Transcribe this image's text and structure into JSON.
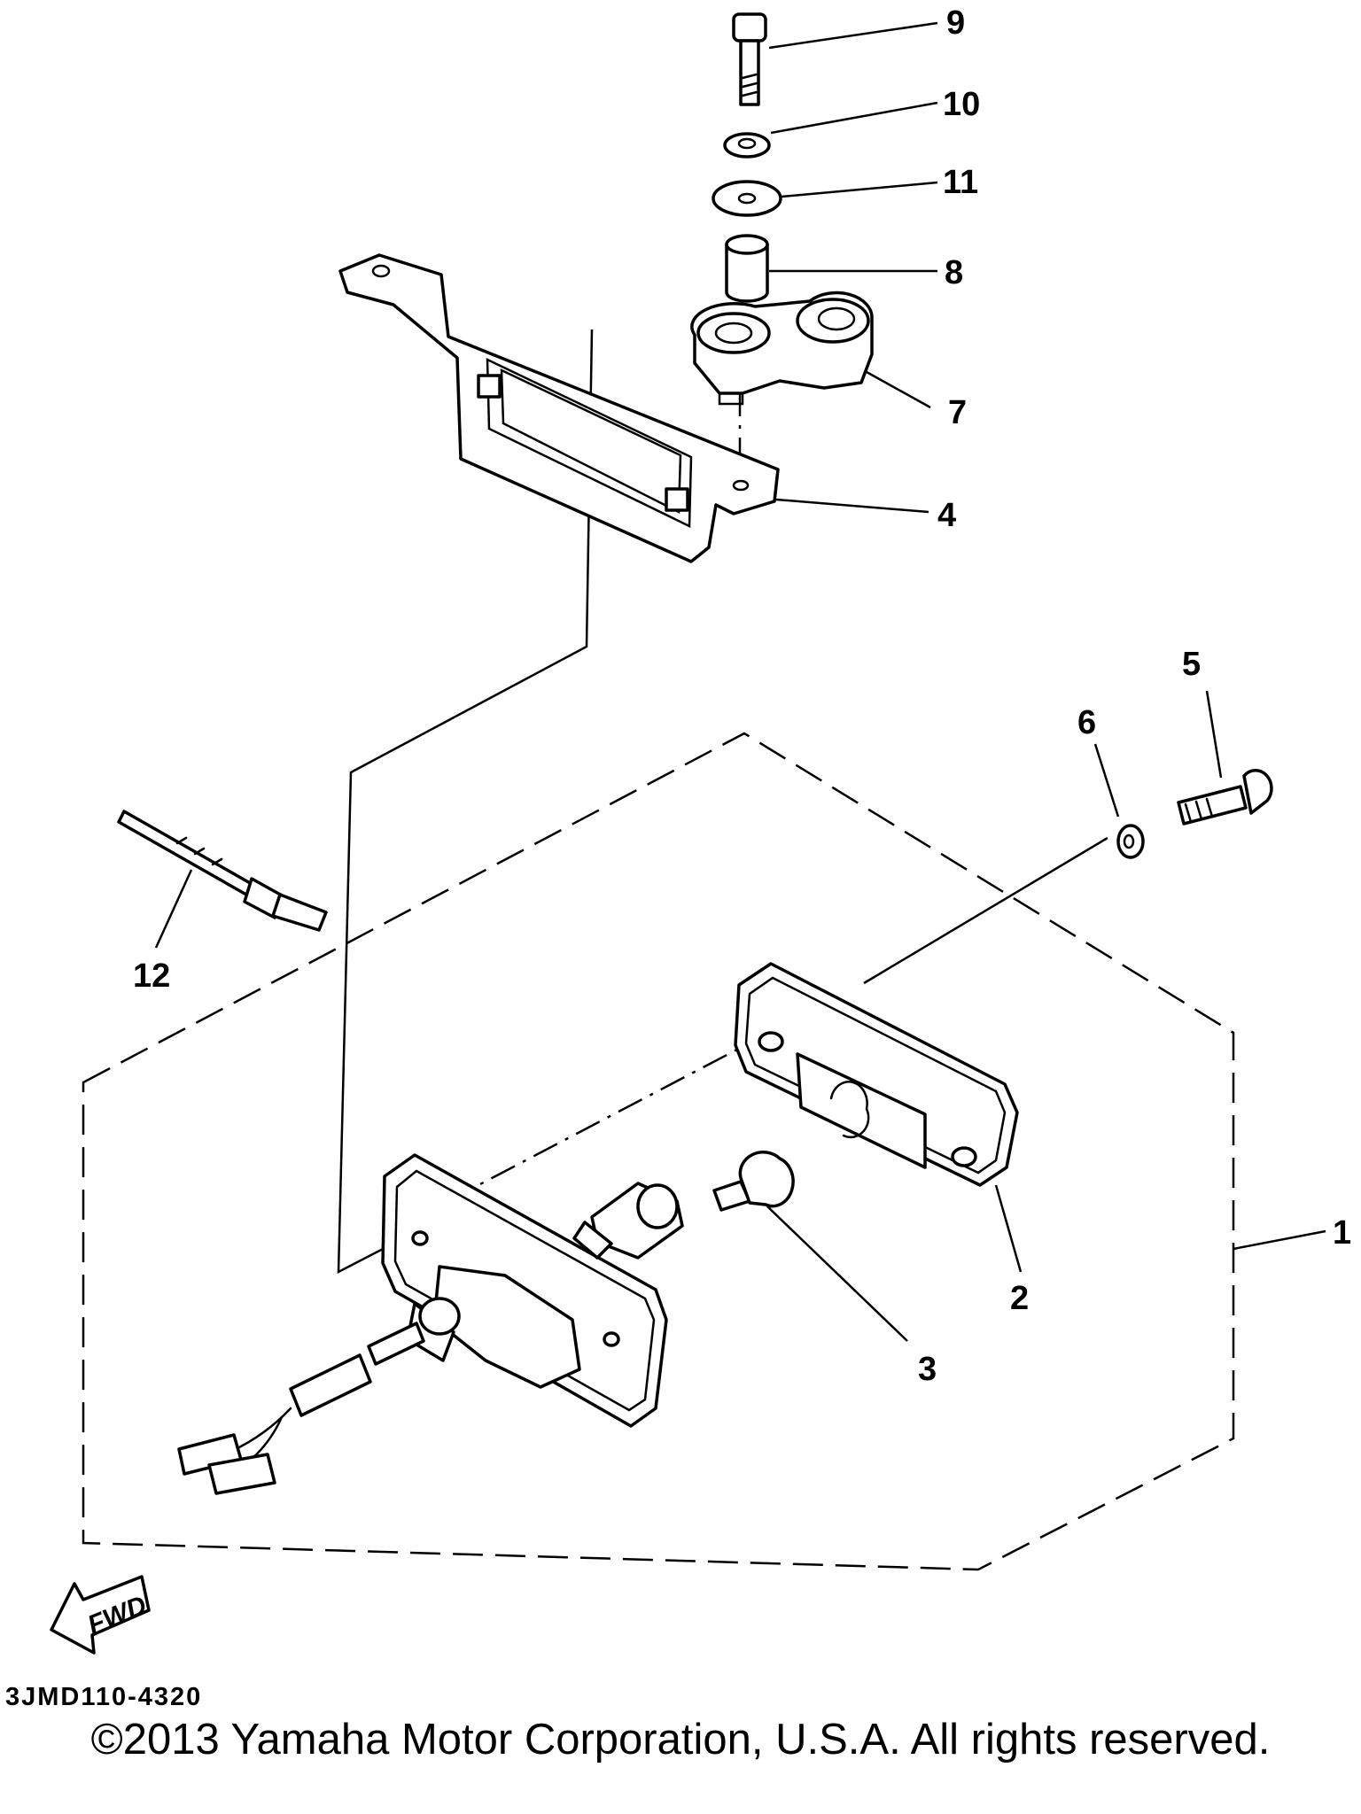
{
  "diagram": {
    "callouts": [
      {
        "id": "9",
        "label": "9"
      },
      {
        "id": "10",
        "label": "10"
      },
      {
        "id": "11",
        "label": "11"
      },
      {
        "id": "8",
        "label": "8"
      },
      {
        "id": "7",
        "label": "7"
      },
      {
        "id": "4",
        "label": "4"
      },
      {
        "id": "5",
        "label": "5"
      },
      {
        "id": "6",
        "label": "6"
      },
      {
        "id": "12",
        "label": "12"
      },
      {
        "id": "1",
        "label": "1"
      },
      {
        "id": "2",
        "label": "2"
      },
      {
        "id": "3",
        "label": "3"
      }
    ],
    "fwd_label": "FWD",
    "drawing_code": "3JMD110-4320",
    "copyright": "©2013 Yamaha Motor Corporation, U.S.A. All rights reserved."
  }
}
